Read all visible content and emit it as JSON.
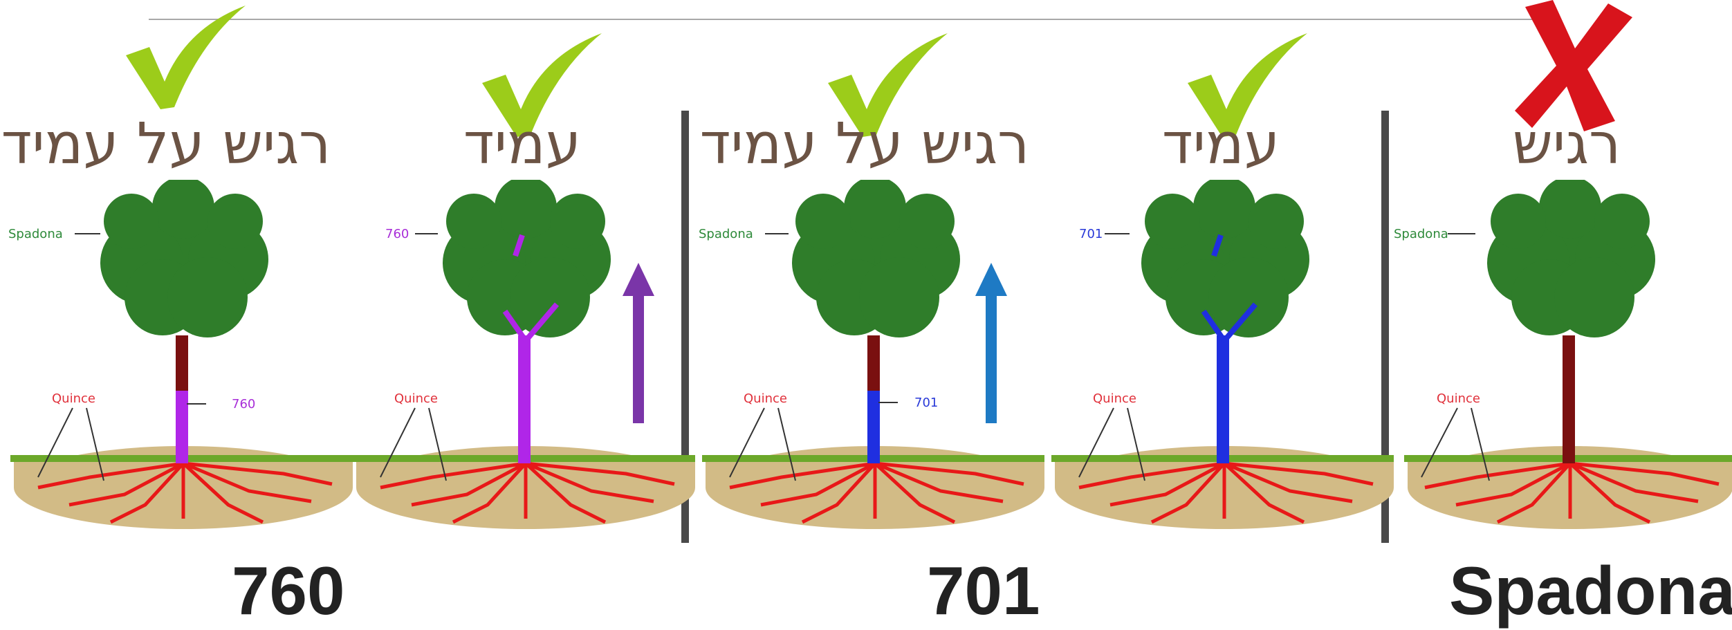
{
  "panels": [
    {
      "heading": "רגיש על עמיד",
      "mark": "check-icon",
      "top_label": "Spadona",
      "bottom_label": "Quince",
      "trunk_label": "760",
      "trunk_color": "#b026e8"
    },
    {
      "heading": "עמיד",
      "mark": "check-icon",
      "top_label": "760",
      "bottom_label": "Quince",
      "trunk_color": "#b026e8"
    },
    {
      "heading": "רגיש על עמיד",
      "mark": "check-icon",
      "top_label": "Spadona",
      "bottom_label": "Quince",
      "trunk_label": "701",
      "trunk_color": "#1f2fe0"
    },
    {
      "heading": "עמיד",
      "mark": "check-icon",
      "top_label": "701",
      "bottom_label": "Quince",
      "trunk_color": "#1f2fe0"
    },
    {
      "heading": "רגיש",
      "mark": "cross-icon",
      "top_label": "Spadona",
      "bottom_label": "Quince",
      "trunk_color": "#7a1010"
    }
  ],
  "varieties": [
    "760",
    "701",
    "Spadona"
  ],
  "colors": {
    "check": "#9ccc1a",
    "cross": "#d8141c",
    "arrow_760": "#7a35a8",
    "arrow_701": "#1e7ac4",
    "roots": "#e81818",
    "soil": "#d2bb86",
    "grass": "#6ca82a",
    "foliage": "#2f7d2a",
    "label_green": "#2e8a3a",
    "label_red": "#e0303a",
    "label_purple": "#a82ed8",
    "label_blue": "#2a3ad8"
  }
}
